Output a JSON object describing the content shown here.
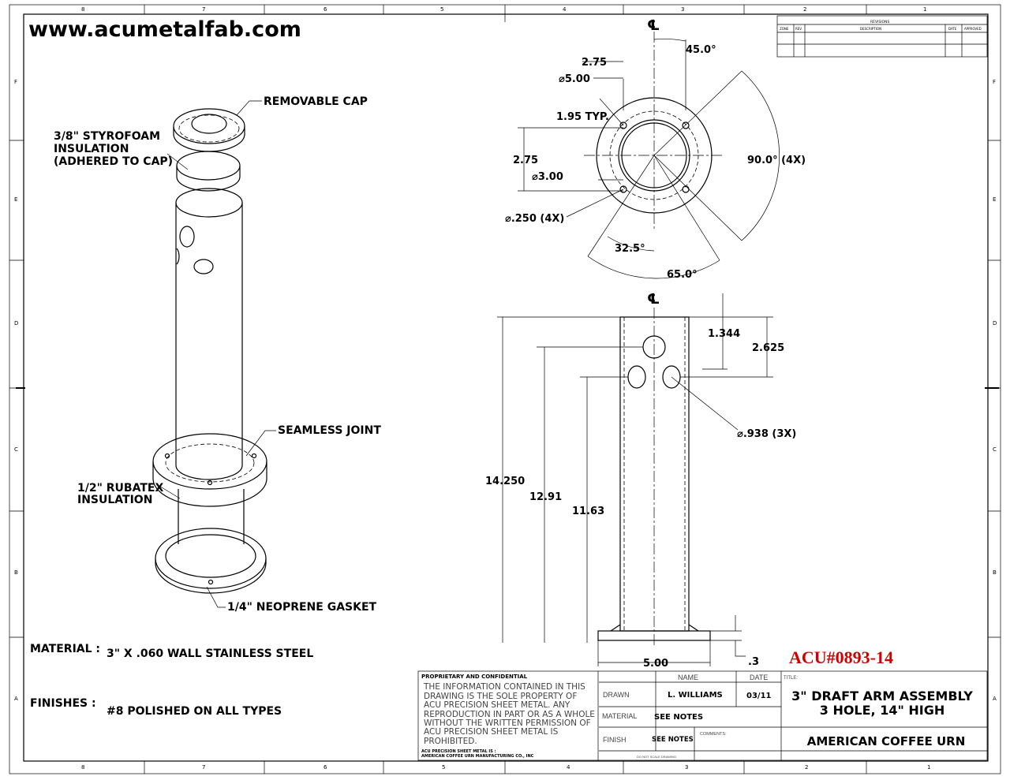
{
  "website": "www.acumetalfab.com",
  "zones": {
    "columns": [
      "8",
      "7",
      "6",
      "5",
      "4",
      "3",
      "2",
      "1"
    ],
    "rows": [
      "F",
      "E",
      "D",
      "C",
      "B",
      "A"
    ]
  },
  "revisions": {
    "title": "REVISIONS",
    "headers": [
      "ZONE",
      "REV.",
      "DESCRIPTION",
      "DATE",
      "APPROVED"
    ]
  },
  "callouts": {
    "cap": "REMOVABLE CAP",
    "styrofoam": [
      "3/8\" STYROFOAM",
      "INSULATION",
      "(ADHERED TO CAP)"
    ],
    "joint": "SEAMLESS JOINT",
    "rubatex": [
      "1/2\" RUBATEX",
      "INSULATION"
    ],
    "gasket": "1/4\" NEOPRENE GASKET"
  },
  "top_view": {
    "centerline": "℄",
    "dims": {
      "a45": "45.0°",
      "w275": "2.75",
      "d500": "⌀5.00",
      "typ": "1.95 TYP.",
      "h275": "2.75",
      "d300": "⌀3.00",
      "holes": "⌀.250 (4X)",
      "a90": "90.0° (4X)",
      "a325": "32.5°",
      "a65": "65.0°"
    }
  },
  "front_view": {
    "centerline": "℄",
    "dims": {
      "d1344": "1.344",
      "d2625": "2.625",
      "holes": "⌀.938 (3X)",
      "d14250": "14.250",
      "d1291": "12.91",
      "d1163": "11.63",
      "w500": "5.00",
      "t3": ".3"
    }
  },
  "part_number": "ACU#0893-14",
  "notes": {
    "material_label": "MATERIAL :",
    "material_value": "3\" X .060 WALL STAINLESS STEEL",
    "finishes_label": "FINISHES :",
    "finishes_value": "#8 POLISHED ON ALL TYPES"
  },
  "title_block": {
    "proprietary_title": "PROPRIETARY AND CONFIDENTIAL",
    "proprietary_text": [
      "THE INFORMATION CONTAINED IN THIS",
      "DRAWING IS THE SOLE PROPERTY OF",
      "ACU PRECISION SHEET METAL.  ANY",
      "REPRODUCTION IN PART OR AS A WHOLE",
      "WITHOUT THE WRITTEN PERMISSION OF",
      "ACU PRECISION SHEET METAL IS",
      "PROHIBITED."
    ],
    "company_line1": "ACU PRECISION SHEET METAL IS :",
    "company_line2": "AMERICAN COFFEE URN MANUFACTURING CO., INC",
    "name_header": "NAME",
    "date_header": "DATE",
    "drawn_label": "DRAWN",
    "drawn_name": "L. WILLIAMS",
    "drawn_date": "03/11",
    "material_label": "MATERIAL",
    "material_value": "SEE NOTES",
    "finish_label": "FINISH",
    "finish_value": "SEE NOTES",
    "comments_label": "COMMENTS:",
    "do_not_scale": "DO NOT SCALE DRAWING",
    "title_label": "TITLE:",
    "title_line1": "3\" DRAFT ARM ASSEMBLY",
    "title_line2": "3 HOLE, 14\" HIGH",
    "customer": "AMERICAN COFFEE URN"
  }
}
